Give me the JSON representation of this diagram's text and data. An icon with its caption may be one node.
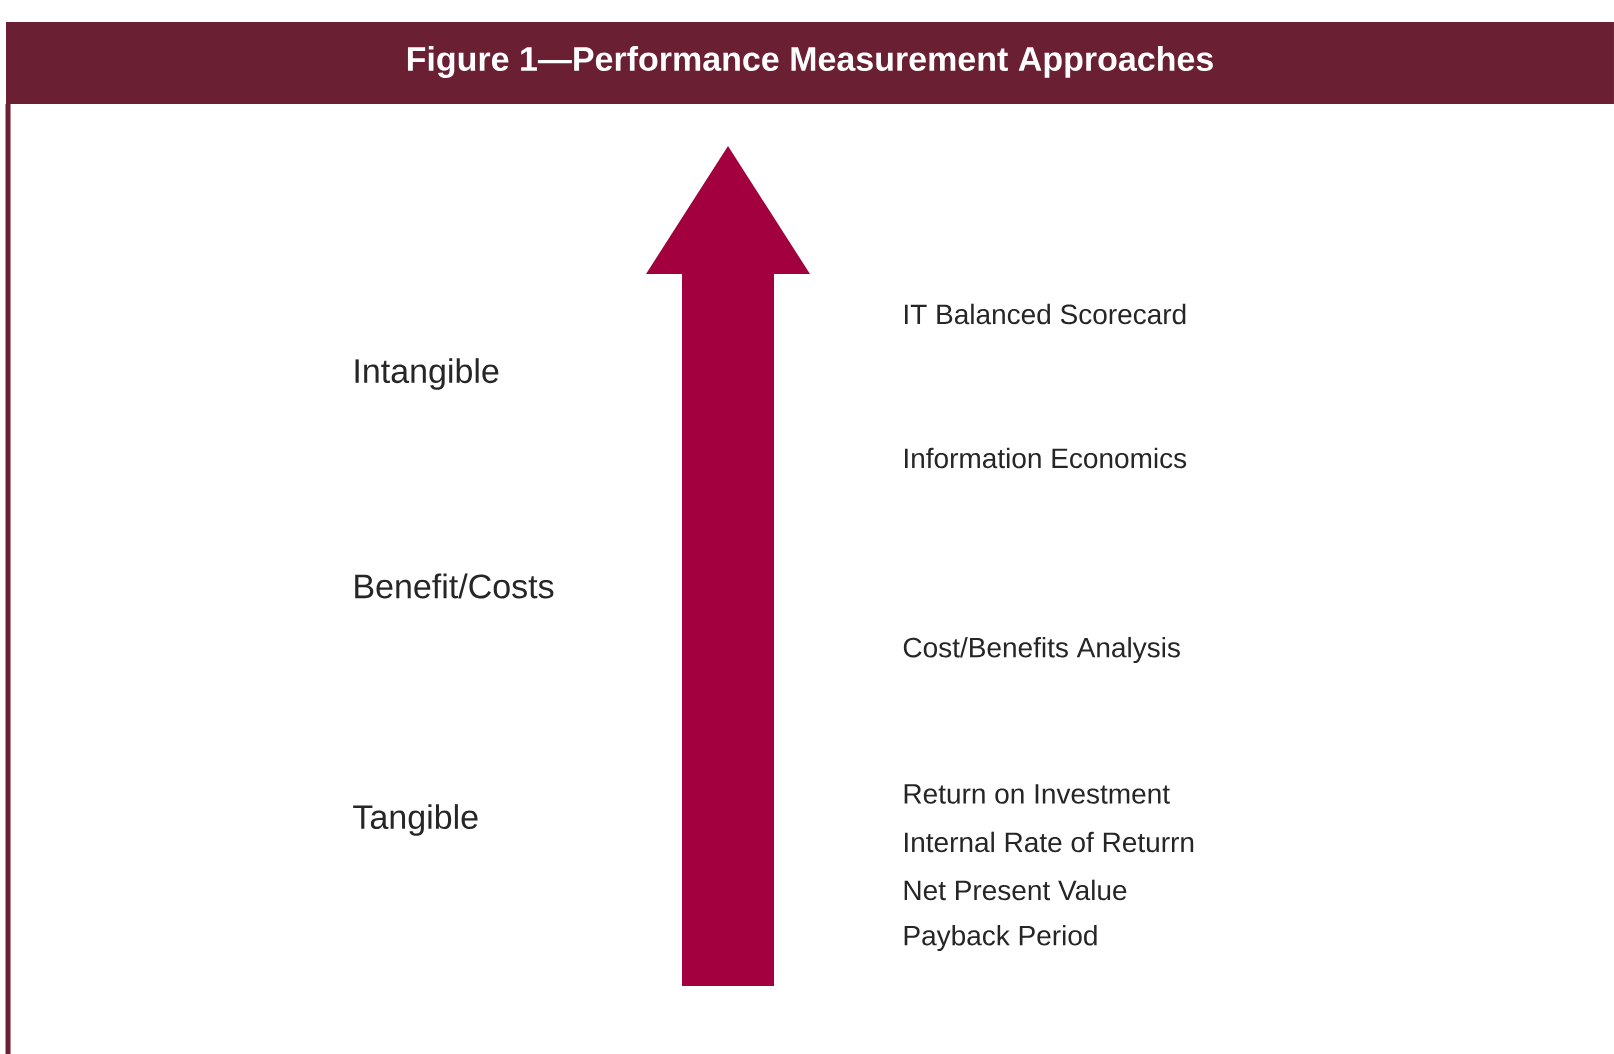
{
  "diagram": {
    "title": "Figure 1—Performance Measurement Approaches",
    "labels": [
      "IT Balanced Scorecard",
      "Intangible",
      "Information Economics",
      "Benefit/Costs",
      "Cost/Benefits Analysis",
      "Return on Investment",
      "Tangible",
      "Internal Rate of Returrn",
      "Net Present Value",
      "Payback Period"
    ]
  }
}
